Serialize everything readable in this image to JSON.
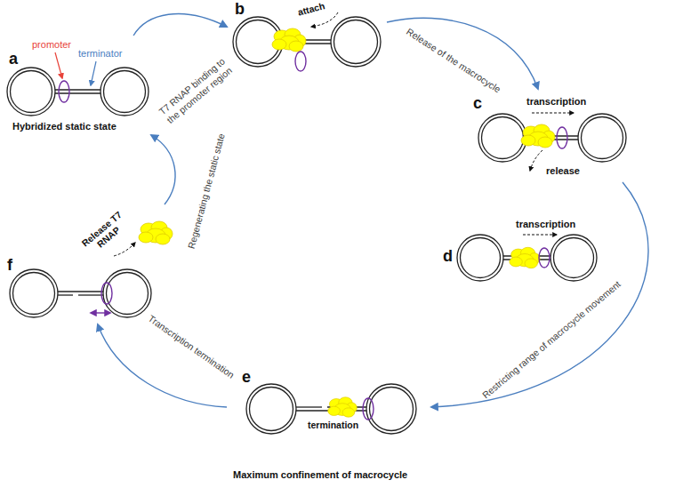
{
  "diagram": {
    "nodes": [
      {
        "text": [
          "a",
          "promoter",
          "terminator",
          "Hybridized static state"
        ]
      },
      {
        "text": [
          "b",
          "attach"
        ]
      },
      {
        "text": [
          "c",
          "transcription",
          "release"
        ]
      },
      {
        "text": [
          "d",
          "transcription"
        ]
      },
      {
        "text": [
          "e",
          "termination",
          "Maximum confinement of macrocycle"
        ]
      },
      {
        "text": [
          "f",
          "Release T7 RNAP"
        ]
      }
    ],
    "edges": [
      {
        "from": 0,
        "to": 1,
        "arrow": "to",
        "label": "T7 RNAP binding to the promoter region"
      },
      {
        "from": 1,
        "to": 2,
        "arrow": "to",
        "label": "Release of the macrocycle"
      },
      {
        "from": 2,
        "to": 4,
        "arrow": "to",
        "label": "Restricting range of macrocycle movement"
      },
      {
        "from": 4,
        "to": 5,
        "arrow": "to",
        "label": "Transcription termination"
      },
      {
        "from": 5,
        "to": 0,
        "arrow": "to",
        "label": "Regenerating the static state"
      }
    ]
  }
}
